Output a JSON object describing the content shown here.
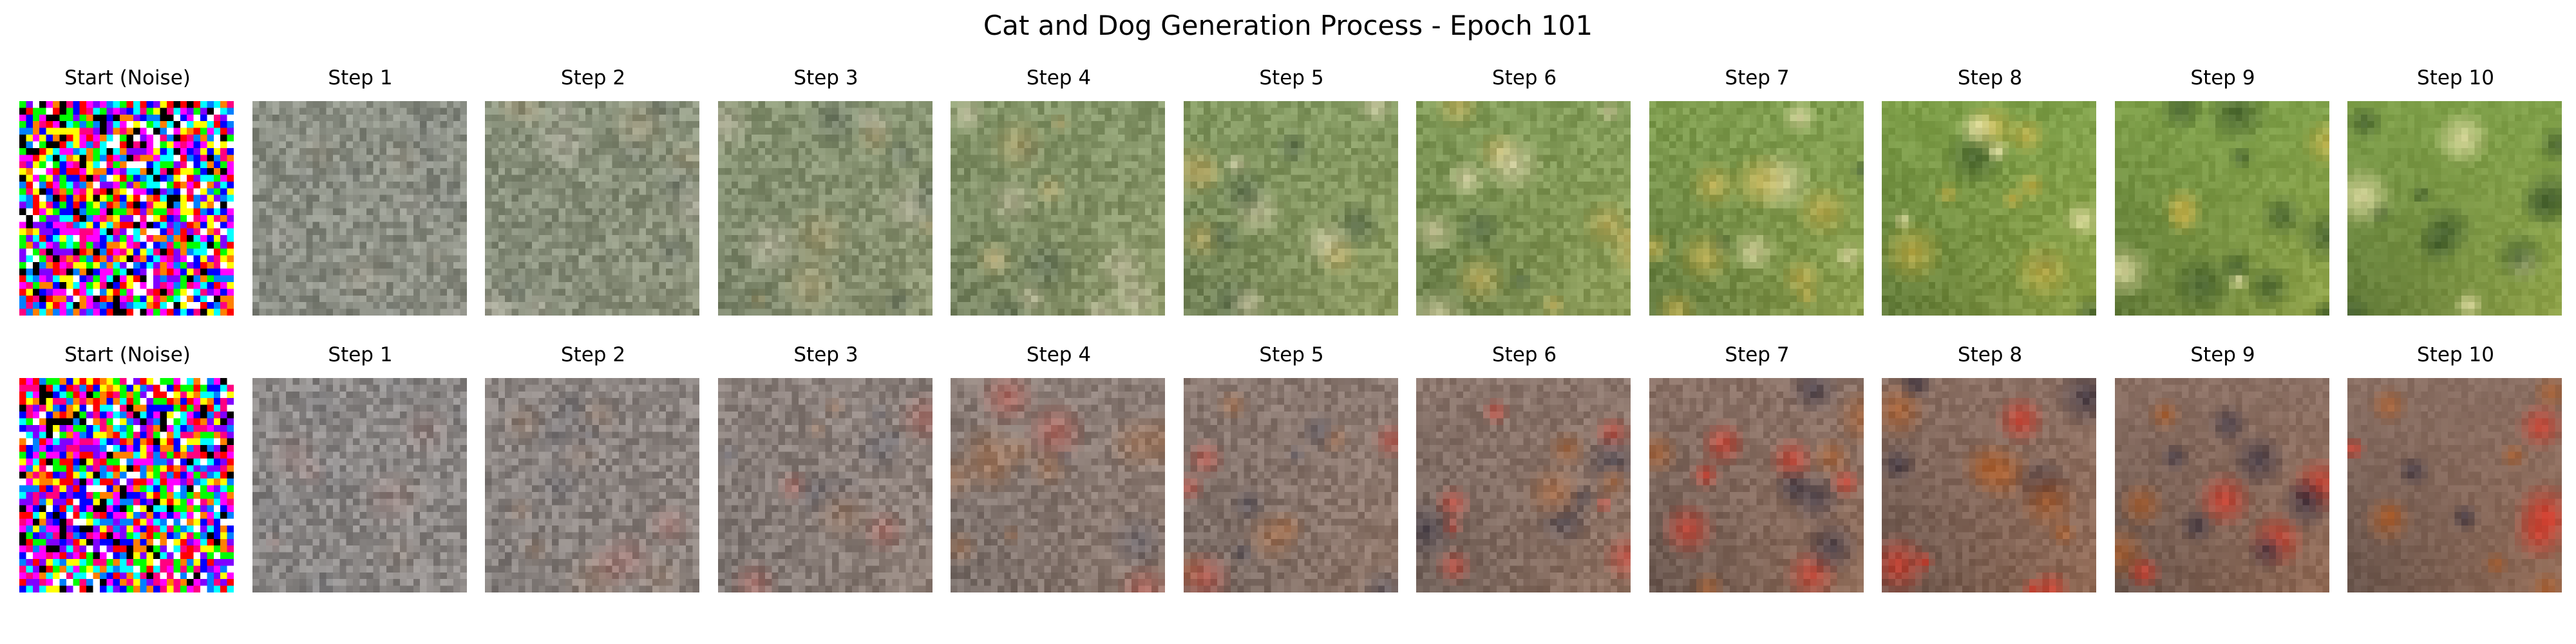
{
  "figure": {
    "title": "Cat and Dog Generation Process - Epoch 101",
    "rows": [
      {
        "panels": [
          {
            "label": "Start (Noise)",
            "kind": "noise"
          },
          {
            "label": "Step 1",
            "kind": "step",
            "step": 1
          },
          {
            "label": "Step 2",
            "kind": "step",
            "step": 2
          },
          {
            "label": "Step 3",
            "kind": "step",
            "step": 3
          },
          {
            "label": "Step 4",
            "kind": "step",
            "step": 4
          },
          {
            "label": "Step 5",
            "kind": "step",
            "step": 5
          },
          {
            "label": "Step 6",
            "kind": "step",
            "step": 6
          },
          {
            "label": "Step 7",
            "kind": "step",
            "step": 7
          },
          {
            "label": "Step 8",
            "kind": "step",
            "step": 8
          },
          {
            "label": "Step 9",
            "kind": "step",
            "step": 9
          },
          {
            "label": "Step 10",
            "kind": "step",
            "step": 10
          }
        ],
        "palette": {
          "base": "#7fa04a",
          "accent": "#c9b24a",
          "dark": "#3f5a2c",
          "highlight": "#efe7b0"
        }
      },
      {
        "panels": [
          {
            "label": "Start (Noise)",
            "kind": "noise"
          },
          {
            "label": "Step 1",
            "kind": "step",
            "step": 1
          },
          {
            "label": "Step 2",
            "kind": "step",
            "step": 2
          },
          {
            "label": "Step 3",
            "kind": "step",
            "step": 3
          },
          {
            "label": "Step 4",
            "kind": "step",
            "step": 4
          },
          {
            "label": "Step 5",
            "kind": "step",
            "step": 5
          },
          {
            "label": "Step 6",
            "kind": "step",
            "step": 6
          },
          {
            "label": "Step 7",
            "kind": "step",
            "step": 7
          },
          {
            "label": "Step 8",
            "kind": "step",
            "step": 8
          },
          {
            "label": "Step 9",
            "kind": "step",
            "step": 9
          },
          {
            "label": "Step 10",
            "kind": "step",
            "step": 10
          }
        ],
        "palette": {
          "base": "#8a6f63",
          "accent": "#b0602d",
          "dark": "#3a3240",
          "highlight": "#d83a2a"
        }
      }
    ]
  }
}
